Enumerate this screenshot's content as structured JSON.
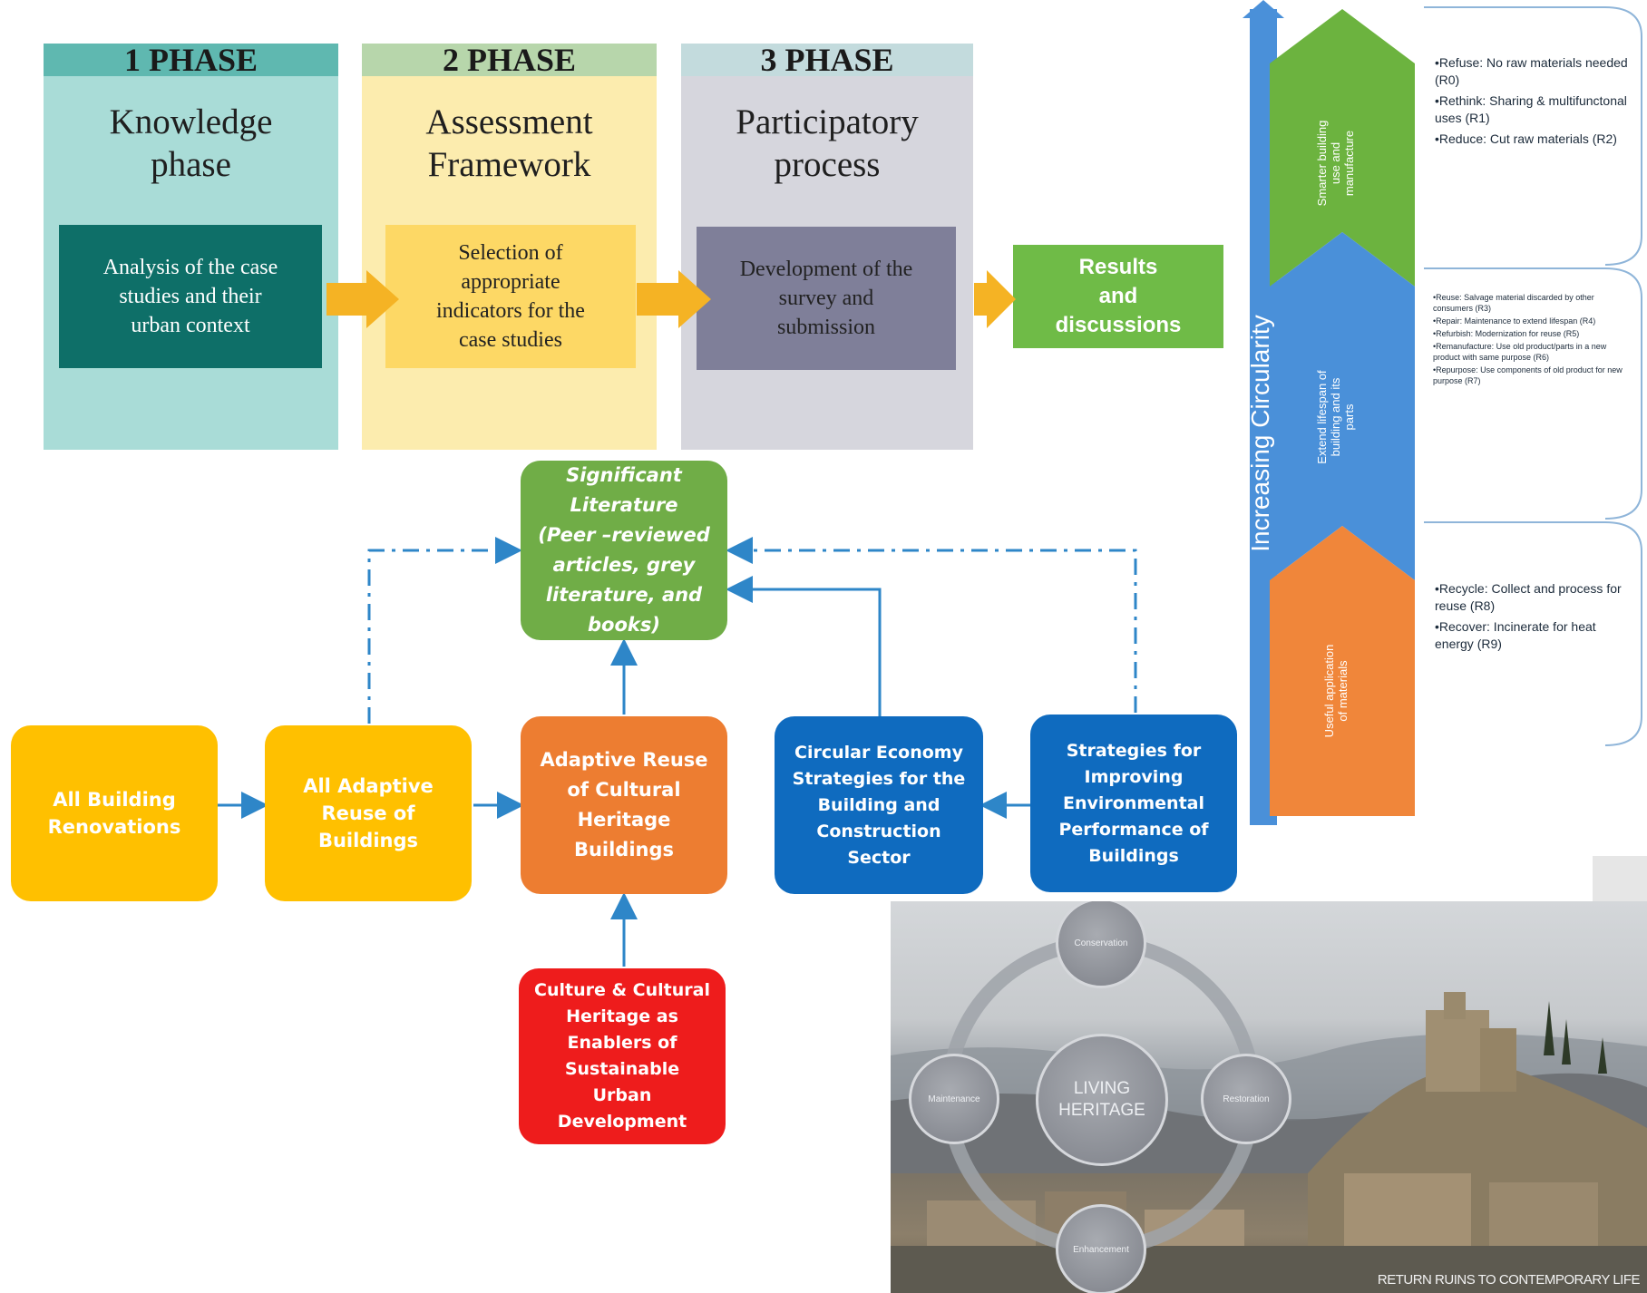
{
  "phases": [
    {
      "header": "1 PHASE",
      "title": "Knowledge\nphase",
      "box": "Analysis of the case\nstudies and their\nurban context"
    },
    {
      "header": "2 PHASE",
      "title": "Assessment\nFramework",
      "box": "Selection of\nappropriate\nindicators for the\ncase studies"
    },
    {
      "header": "3 PHASE",
      "title": "Participatory\nprocess",
      "box": "Development of the\nsurvey and\nsubmission"
    }
  ],
  "results_box": "Results\nand\ndiscussions",
  "colors": {
    "phase1_bg": "#a9dcd7",
    "phase1_head": "#5fb8b0",
    "phase1_box": "#0e6f68",
    "phase2_bg": "#fcecae",
    "phase2_head": "#b7d6ab",
    "phase2_box": "#fdd865",
    "phase3_bg": "#d6d6dd",
    "phase3_head": "#c3dbdd",
    "phase3_box": "#7f7f99",
    "results": "#6fbb47",
    "arrow": "#f5b324",
    "flow_green": "#70ad47",
    "flow_yellow": "#ffc000",
    "flow_orange": "#ed7d31",
    "flow_blue": "#0f6bbf",
    "flow_red": "#ee1c1c",
    "connector": "#2e86c8",
    "circ_green": "#6cb33f",
    "circ_blue": "#4a90d9",
    "circ_orange": "#f0863a"
  },
  "flowchart": {
    "literature": "Significant\nLiterature\n(Peer –reviewed\narticles, grey\nliterature, and\nbooks)",
    "all_building": "All Building\nRenovations",
    "all_adaptive": "All Adaptive\nReuse of\nBuildings",
    "adaptive_cultural": "Adaptive Reuse\nof Cultural\nHeritage\nBuildings",
    "circular_economy": "Circular Economy\nStrategies for the\nBuilding and\nConstruction\nSector",
    "strategies": "Strategies for\nImproving\nEnvironmental\nPerformance of\nBuildings",
    "culture": "Culture & Cultural\nHeritage as\nEnablers of\nSustainable\nUrban\nDevelopment"
  },
  "circularity": {
    "axis_label": "Increasing Circularity",
    "chevrons": [
      {
        "label": "Smarter building\nuse and\nmanufacture",
        "notes": [
          "•Refuse: No raw materials needed (R0)",
          "•Rethink: Sharing & multifunctonal uses (R1)",
          "•Reduce: Cut raw materials (R2)"
        ]
      },
      {
        "label": "Extend lifespan of\nbuilding and its\nparts",
        "notes": [
          "•Reuse: Salvage material discarded by other consumers (R3)",
          "•Repair: Maintenance to extend lifespan (R4)",
          "•Refurbish: Modernization for reuse (R5)",
          "•Remanufacture: Use old product/parts in a new product with same purpose (R6)",
          "•Repurpose: Use components of old product for new purpose (R7)"
        ]
      },
      {
        "label": "Useful application\nof materials",
        "notes": [
          "•Recycle: Collect and process for reuse (R8)",
          "•Recover: Incinerate for heat energy (R9)"
        ]
      }
    ]
  },
  "living_heritage": {
    "center": "LIVING\nHERITAGE",
    "nodes": [
      "Conservation",
      "Restoration",
      "Enhancement",
      "Maintenance"
    ],
    "caption": "RETURN RUINS TO CONTEMPORARY LIFE"
  }
}
